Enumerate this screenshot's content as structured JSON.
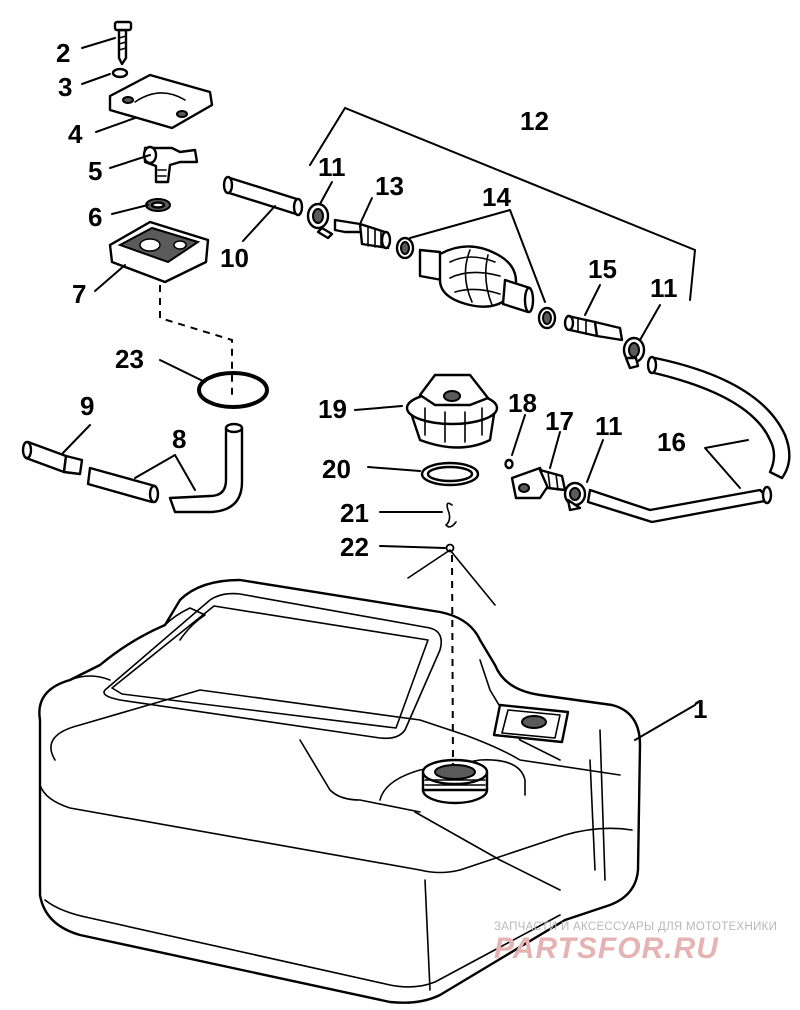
{
  "diagram": {
    "callouts": {
      "c1": "1",
      "c2": "2",
      "c3": "3",
      "c4": "4",
      "c5": "5",
      "c6": "6",
      "c7": "7",
      "c8": "8",
      "c9": "9",
      "c10": "10",
      "c11a": "11",
      "c11b": "11",
      "c11c": "11",
      "c12": "12",
      "c13": "13",
      "c14": "14",
      "c15": "15",
      "c16": "16",
      "c17": "17",
      "c18": "18",
      "c19": "19",
      "c20": "20",
      "c21": "21",
      "c22": "22",
      "c23": "23"
    }
  },
  "watermark": {
    "tagline": "ЗАПЧАСТИ И АКСЕССУАРЫ ДЛЯ МОТОТЕХНИКИ",
    "brand": "PARTSFOR.RU"
  }
}
